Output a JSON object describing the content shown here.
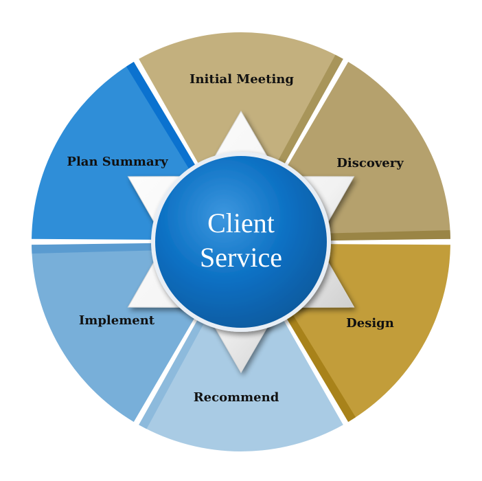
{
  "diagram": {
    "center": {
      "line1": "Client",
      "line2": "Service",
      "color": "#0a6fc2"
    },
    "segments": [
      {
        "label": "Initial Meeting",
        "color": "#c3b07e",
        "edge": "#a8955a"
      },
      {
        "label": "Discovery",
        "color": "#b5a16d",
        "edge": "#9a8545"
      },
      {
        "label": "Design",
        "color": "#c29d3a",
        "edge": "#a8821a"
      },
      {
        "label": "Recommend",
        "color": "#a9cbe4",
        "edge": "#8dbadc"
      },
      {
        "label": "Implement",
        "color": "#78afd9",
        "edge": "#5a9bd0"
      },
      {
        "label": "Plan Summary",
        "color": "#2f8ed8",
        "edge": "#0b72cf"
      }
    ],
    "star_color": "#ffffff"
  }
}
